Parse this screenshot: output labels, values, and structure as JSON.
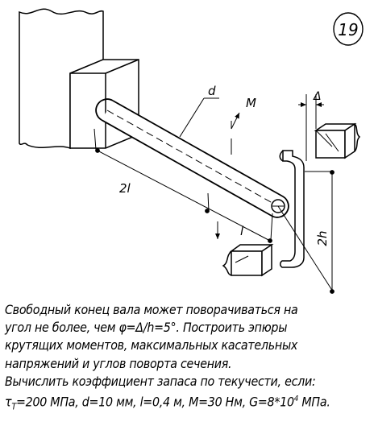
{
  "problem_number": "19",
  "labels": {
    "diameter": "d",
    "moment": "M",
    "delta": "Δ",
    "length_2l": "2l",
    "length_l": "l",
    "height_2h": "2h"
  },
  "text": {
    "line1": "Свободный конец вала может поворачиваться на",
    "line2": "угол не более, чем φ=Δ/h=5°. Построить эпюры",
    "line3": "крутящих моментов, максимальных касательных",
    "line4": "напряжений и углов поворта сечения.",
    "line5": "Вычислить коэффициент запаса по текучести, если:",
    "line6_tau": "τ",
    "line6_tau_sub": "T",
    "line6_values": "=200 МПа, d=10 мм, l=0,4 м, M=30 Нм, G=8*10",
    "line6_exp": "4",
    "line6_unit": " МПа."
  }
}
